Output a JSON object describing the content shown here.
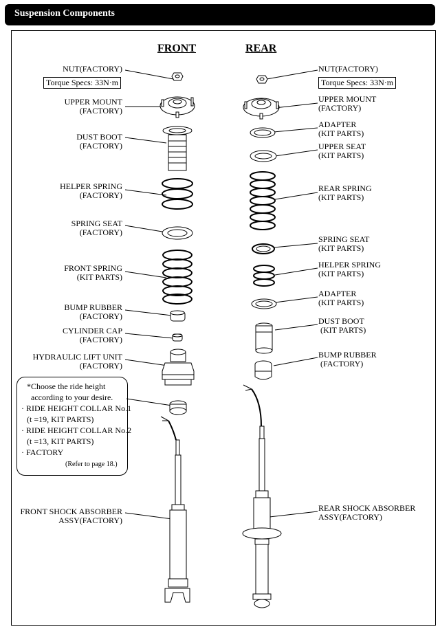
{
  "title": "Suspension Components",
  "front_header": "FRONT",
  "rear_header": "REAR",
  "torque": "Torque Specs: 33N·m",
  "front": {
    "nut": "NUT(FACTORY)",
    "upper_mount": [
      "UPPER MOUNT",
      "(FACTORY)"
    ],
    "dust_boot": [
      "DUST BOOT",
      "(FACTORY)"
    ],
    "helper_spring": [
      "HELPER SPRING",
      "(FACTORY)"
    ],
    "spring_seat": [
      "SPRING SEAT",
      "(FACTORY)"
    ],
    "front_spring": [
      "FRONT SPRING",
      "(KIT PARTS)"
    ],
    "bump_rubber": [
      "BUMP RUBBER",
      "(FACTORY)"
    ],
    "cylinder_cap": [
      "CYLINDER CAP",
      "(FACTORY)"
    ],
    "hydraulic": [
      "HYDRAULIC LIFT UNIT",
      "(FACTORY)"
    ],
    "shock": [
      "FRONT SHOCK ABSORBER",
      "ASSY(FACTORY)"
    ]
  },
  "rear": {
    "nut": "NUT(FACTORY)",
    "upper_mount": [
      "UPPER MOUNT",
      "(FACTORY)"
    ],
    "adapter1": [
      "ADAPTER",
      "(KIT PARTS)"
    ],
    "upper_seat": [
      "UPPER SEAT",
      "(KIT PARTS)"
    ],
    "rear_spring": [
      "REAR SPRING",
      "(KIT PARTS)"
    ],
    "spring_seat": [
      "SPRING SEAT",
      "(KIT PARTS)"
    ],
    "helper_spring": [
      "HELPER SPRING",
      "(KIT PARTS)"
    ],
    "adapter2": [
      "ADAPTER",
      "(KIT PARTS)"
    ],
    "dust_boot": [
      "DUST BOOT",
      " (KIT PARTS)"
    ],
    "bump_rubber": [
      "BUMP RUBBER",
      " (FACTORY)"
    ],
    "shock": [
      "REAR SHOCK ABSORBER",
      "ASSY(FACTORY)"
    ]
  },
  "note": {
    "l1": "*Choose the ride height",
    "l2": "according to your desire.",
    "l3": "· RIDE HEIGHT COLLAR No.1",
    "l4": "(t =19, KIT PARTS)",
    "l5": "· RIDE HEIGHT COLLAR No.2",
    "l6": "(t =13, KIT PARTS)",
    "l7": "· FACTORY",
    "l8": "(Refer to page 18.)"
  }
}
